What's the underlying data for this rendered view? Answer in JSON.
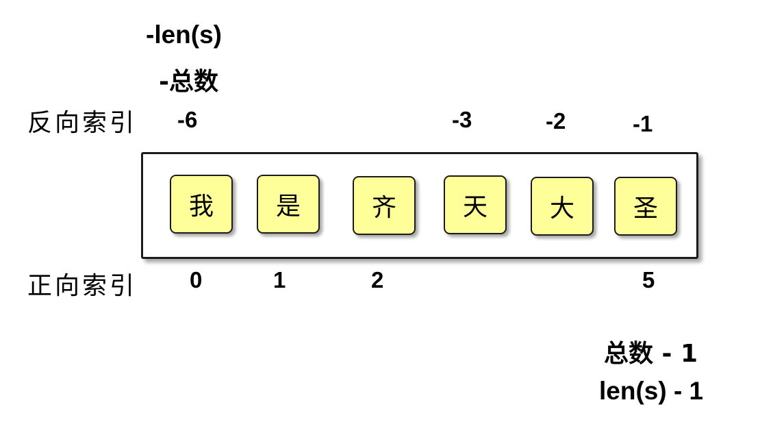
{
  "top_labels": {
    "len_negative": "-len(s)",
    "total_negative": "-总数"
  },
  "reverse_index": {
    "label": "反向索引",
    "values": [
      "-6",
      "-3",
      "-2",
      "-1"
    ]
  },
  "characters": [
    "我",
    "是",
    "齐",
    "天",
    "大",
    "圣"
  ],
  "forward_index": {
    "label": "正向索引",
    "values": [
      "0",
      "1",
      "2",
      "5"
    ]
  },
  "bottom_labels": {
    "total_minus_one": "总数 - 1",
    "len_minus_one": "len(s) - 1"
  }
}
